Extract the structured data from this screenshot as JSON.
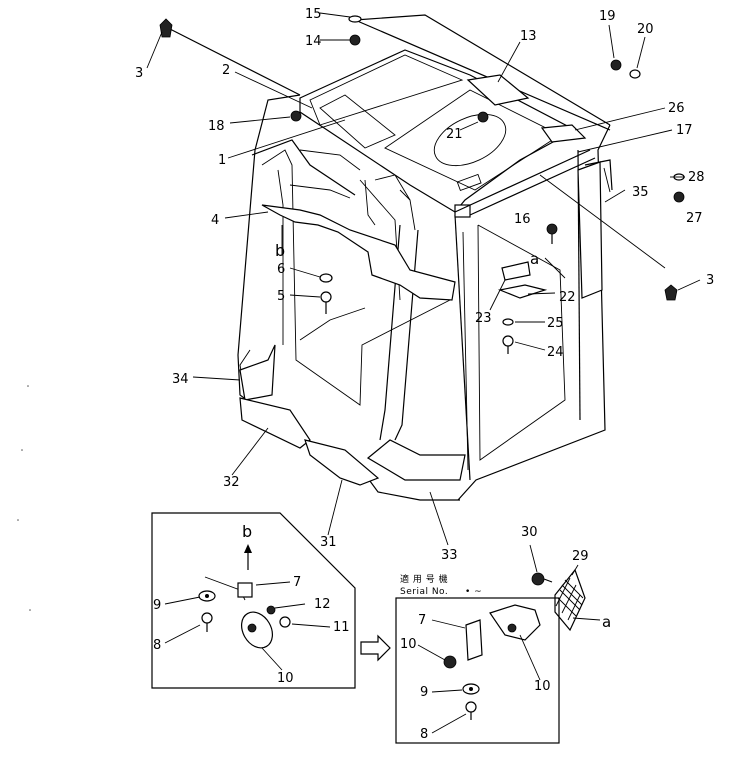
{
  "diagram": {
    "callouts": {
      "c1": "1",
      "c2": "2",
      "c3a": "3",
      "c3b": "3",
      "c4": "4",
      "c5": "5",
      "c6": "6",
      "c13": "13",
      "c14": "14",
      "c15": "15",
      "c16": "16",
      "c17": "17",
      "c18": "18",
      "c19": "19",
      "c20": "20",
      "c21": "21",
      "c22": "22",
      "c23": "23",
      "c24": "24",
      "c25": "25",
      "c26": "26",
      "c27": "27",
      "c28": "28",
      "c29": "29",
      "c30": "30",
      "c31": "31",
      "c32": "32",
      "c33": "33",
      "c34": "34",
      "c35": "35",
      "ref_a_main": "a",
      "ref_b_main": "b",
      "ref_a_detail": "a"
    },
    "detail_left": {
      "view_label": "b",
      "callouts": {
        "c7": "7",
        "c8": "8",
        "c9": "9",
        "c10": "10",
        "c11": "11",
        "c12": "12"
      }
    },
    "detail_right": {
      "serial_jp": "適 用 号 機",
      "serial_en": "Serial No.",
      "serial_dots": "•   ~",
      "callouts": {
        "c7": "7",
        "c8": "8",
        "c9": "9",
        "c10a": "10",
        "c10b": "10"
      }
    }
  }
}
